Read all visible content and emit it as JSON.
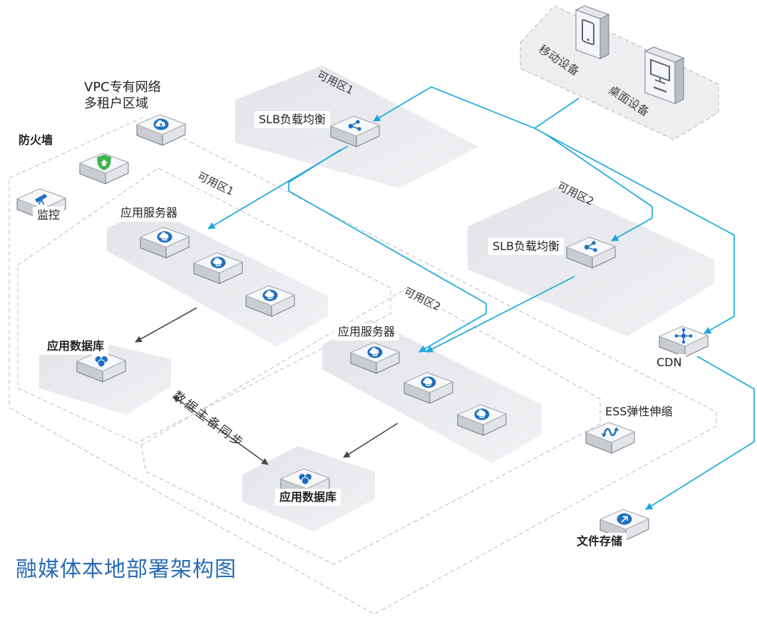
{
  "title": "融媒体本地部署架构图",
  "clients": {
    "mobile_label": "移动设备",
    "desktop_label": "桌面设备"
  },
  "vpc": {
    "label_line1": "VPC专有网络",
    "label_line2": "多租户区域"
  },
  "security": {
    "firewall_label": "防火墙",
    "monitor_label": "监控"
  },
  "lb_zone_a": {
    "zone_label": "可用区1",
    "slb_label": "SLB负载均衡"
  },
  "lb_zone_b": {
    "zone_label": "可用区2",
    "slb_label": "SLB负载均衡"
  },
  "app_zone_a": {
    "zone_label": "可用区1",
    "servers_label": "应用服务器",
    "db_label": "应用数据库"
  },
  "app_zone_b": {
    "zone_label": "可用区2",
    "servers_label": "应用服务器",
    "db_label": "应用数据库"
  },
  "sync_label": "数据主备同步",
  "ess_label": "ESS弹性伸缩",
  "cdn_label": "CDN",
  "storage_label": "文件存储",
  "colors": {
    "title": "#2b6cb5",
    "flow_line": "#1ea7df",
    "icon_blue": "#1f6fbf",
    "firewall_green": "#3db54a",
    "region_fill": "#e8eaed",
    "dashed_border": "#bfc2c7",
    "db_arrow": "#4a4a4a"
  },
  "icons": {
    "mobile": "mobile-phone-icon",
    "desktop": "desktop-monitor-icon",
    "vpc": "cloud-network-icon",
    "firewall": "shield-icon",
    "monitor": "telescope-icon",
    "slb": "load-balancer-icon",
    "app_server": "cloud-server-icon",
    "database": "database-cluster-icon",
    "ess": "auto-scaling-icon",
    "cdn": "cdn-network-icon",
    "storage": "file-storage-icon"
  }
}
